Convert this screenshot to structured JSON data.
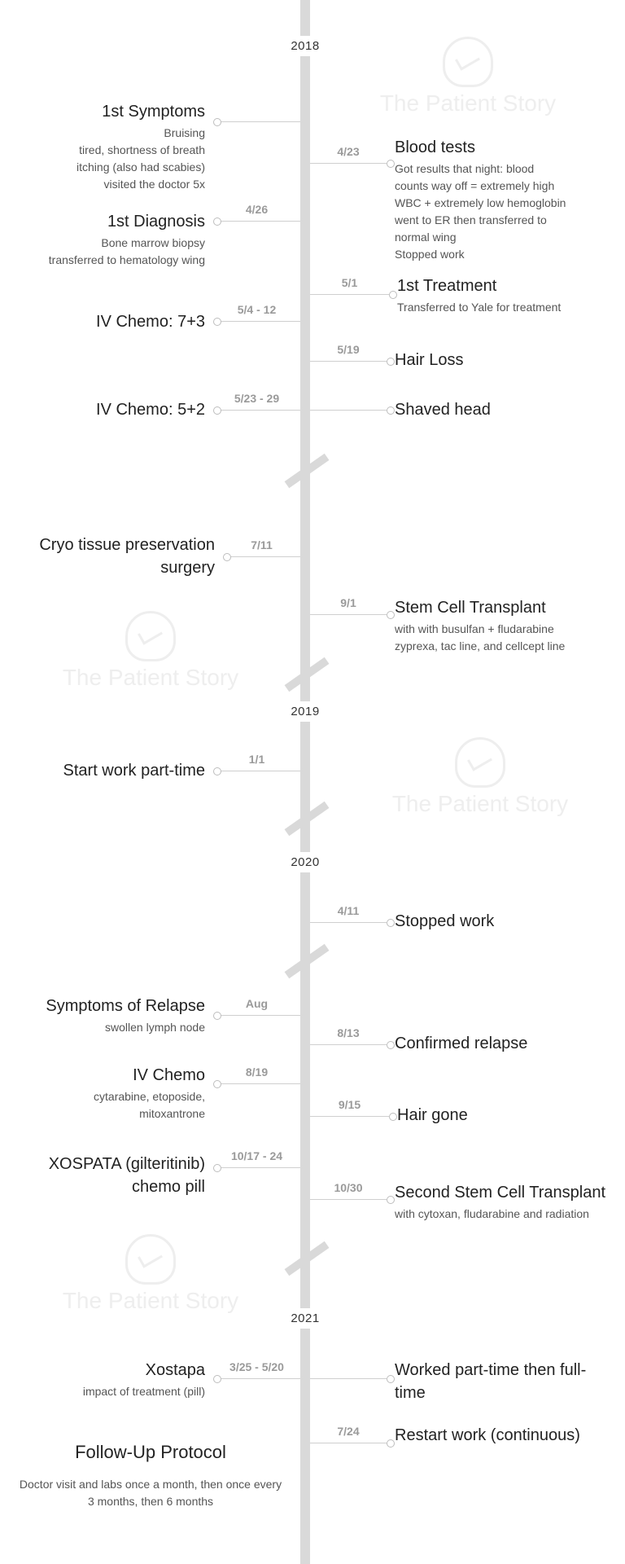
{
  "watermark": "The Patient Story",
  "years": [
    {
      "label": "2018"
    },
    {
      "label": "2019"
    },
    {
      "label": "2020"
    },
    {
      "label": "2021"
    }
  ],
  "events": [
    {
      "side": "left",
      "date": "",
      "title": "1st Symptoms",
      "lines": [
        "Bruising",
        "tired, shortness of breath",
        "itching (also had scabies)",
        "visited the doctor 5x"
      ]
    },
    {
      "side": "right",
      "date": "4/23",
      "title": "Blood tests",
      "lines": [
        "Got results that night: blood",
        "counts way off = extremely high",
        "WBC + extremely low hemoglobin",
        "went to ER then transferred to",
        "normal wing",
        "Stopped work"
      ]
    },
    {
      "side": "left",
      "date": "4/26",
      "title": "1st Diagnosis",
      "lines": [
        "Bone marrow biopsy",
        "transferred to hematology wing"
      ]
    },
    {
      "side": "right",
      "date": "5/1",
      "title": "1st Treatment",
      "lines": [
        "Transferred to Yale for treatment"
      ]
    },
    {
      "side": "left",
      "date": "5/4 - 12",
      "title": "IV Chemo: 7+3",
      "lines": []
    },
    {
      "side": "right",
      "date": "5/19",
      "title": "Hair Loss",
      "lines": []
    },
    {
      "side": "left",
      "date": "5/23 - 29",
      "title": "IV Chemo: 5+2",
      "lines": []
    },
    {
      "side": "right",
      "date": "",
      "title": "Shaved head",
      "lines": []
    },
    {
      "side": "left",
      "date": "7/11",
      "title": "Cryo tissue preservation surgery",
      "lines": []
    },
    {
      "side": "right",
      "date": "9/1",
      "title": "Stem Cell Transplant",
      "lines": [
        "with with busulfan + fludarabine",
        "zyprexa, tac line, and cellcept line"
      ]
    },
    {
      "side": "left",
      "date": "1/1",
      "title": "Start work part-time",
      "lines": []
    },
    {
      "side": "right",
      "date": "4/11",
      "title": "Stopped work",
      "lines": []
    },
    {
      "side": "left",
      "date": "Aug",
      "title": "Symptoms of Relapse",
      "lines": [
        "swollen lymph node"
      ]
    },
    {
      "side": "right",
      "date": "8/13",
      "title": "Confirmed relapse",
      "lines": []
    },
    {
      "side": "left",
      "date": "8/19",
      "title": "IV Chemo",
      "lines": [
        "cytarabine, etoposide,",
        "mitoxantrone"
      ]
    },
    {
      "side": "right",
      "date": "9/15",
      "title": "Hair gone",
      "lines": []
    },
    {
      "side": "left",
      "date": "10/17 - 24",
      "title": "XOSPATA (gilteritinib) chemo pill",
      "lines": []
    },
    {
      "side": "right",
      "date": "10/30",
      "title": "Second Stem Cell Transplant",
      "lines": [
        "with cytoxan, fludarabine and radiation"
      ]
    },
    {
      "side": "left",
      "date": "3/25 - 5/20",
      "title": "Xostapa",
      "lines": [
        "impact of treatment (pill)"
      ]
    },
    {
      "side": "right",
      "date": "",
      "title": "Worked part-time then full-time",
      "lines": []
    },
    {
      "side": "right",
      "date": "7/24",
      "title": "Restart work (continuous)",
      "lines": []
    }
  ],
  "followup": {
    "title": "Follow-Up Protocol",
    "text": "Doctor visit and labs once a month, then once every 3 months, then 6 months"
  }
}
